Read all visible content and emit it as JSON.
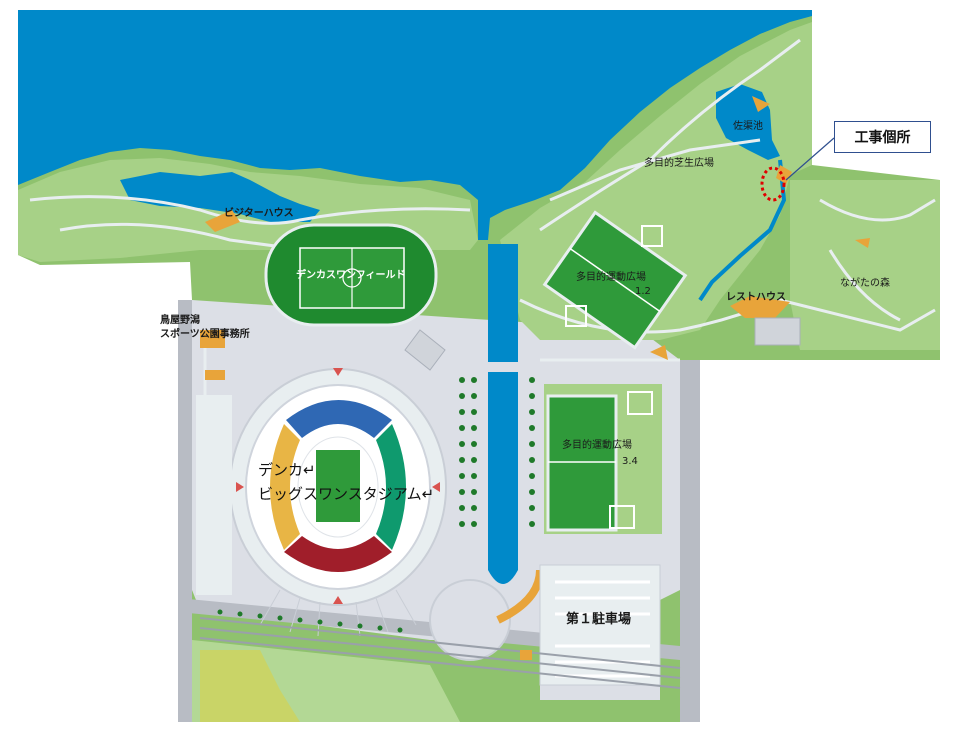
{
  "labels": {
    "visitor_house": "ビジターハウス",
    "field": "デンカスワンフィールド",
    "office_line1": "鳥屋野潟",
    "office_line2": "スポーツ公園事務所",
    "stadium_line1": "デンカ↵",
    "stadium_line2": "ビッグスワンスタジアム↵",
    "lawn_plaza": "多目的芝生広場",
    "pond": "佐渠池",
    "multi_field_12": "多目的運動広場",
    "multi_field_12_num": "1.2",
    "rest_house": "レストハウス",
    "nagata_forest": "ながたの森",
    "multi_field_34": "多目的運動広場",
    "multi_field_34_num": "3.4",
    "parking_1": "第１駐車場"
  },
  "callout": {
    "text": "工事個所"
  },
  "colors": {
    "water": "#0089c9",
    "park": "#8fc26e",
    "park_light": "#b3d895",
    "path": "#e8eef0",
    "pitch": "#2f9a3a",
    "stadium_blue": "#2f68b4",
    "stadium_green": "#0f9a6e",
    "stadium_yellow": "#e8b545",
    "stadium_red": "#a01e2a",
    "building": "#e8a43a",
    "marker": "#e00000",
    "callout_border": "#2f4f8f"
  }
}
